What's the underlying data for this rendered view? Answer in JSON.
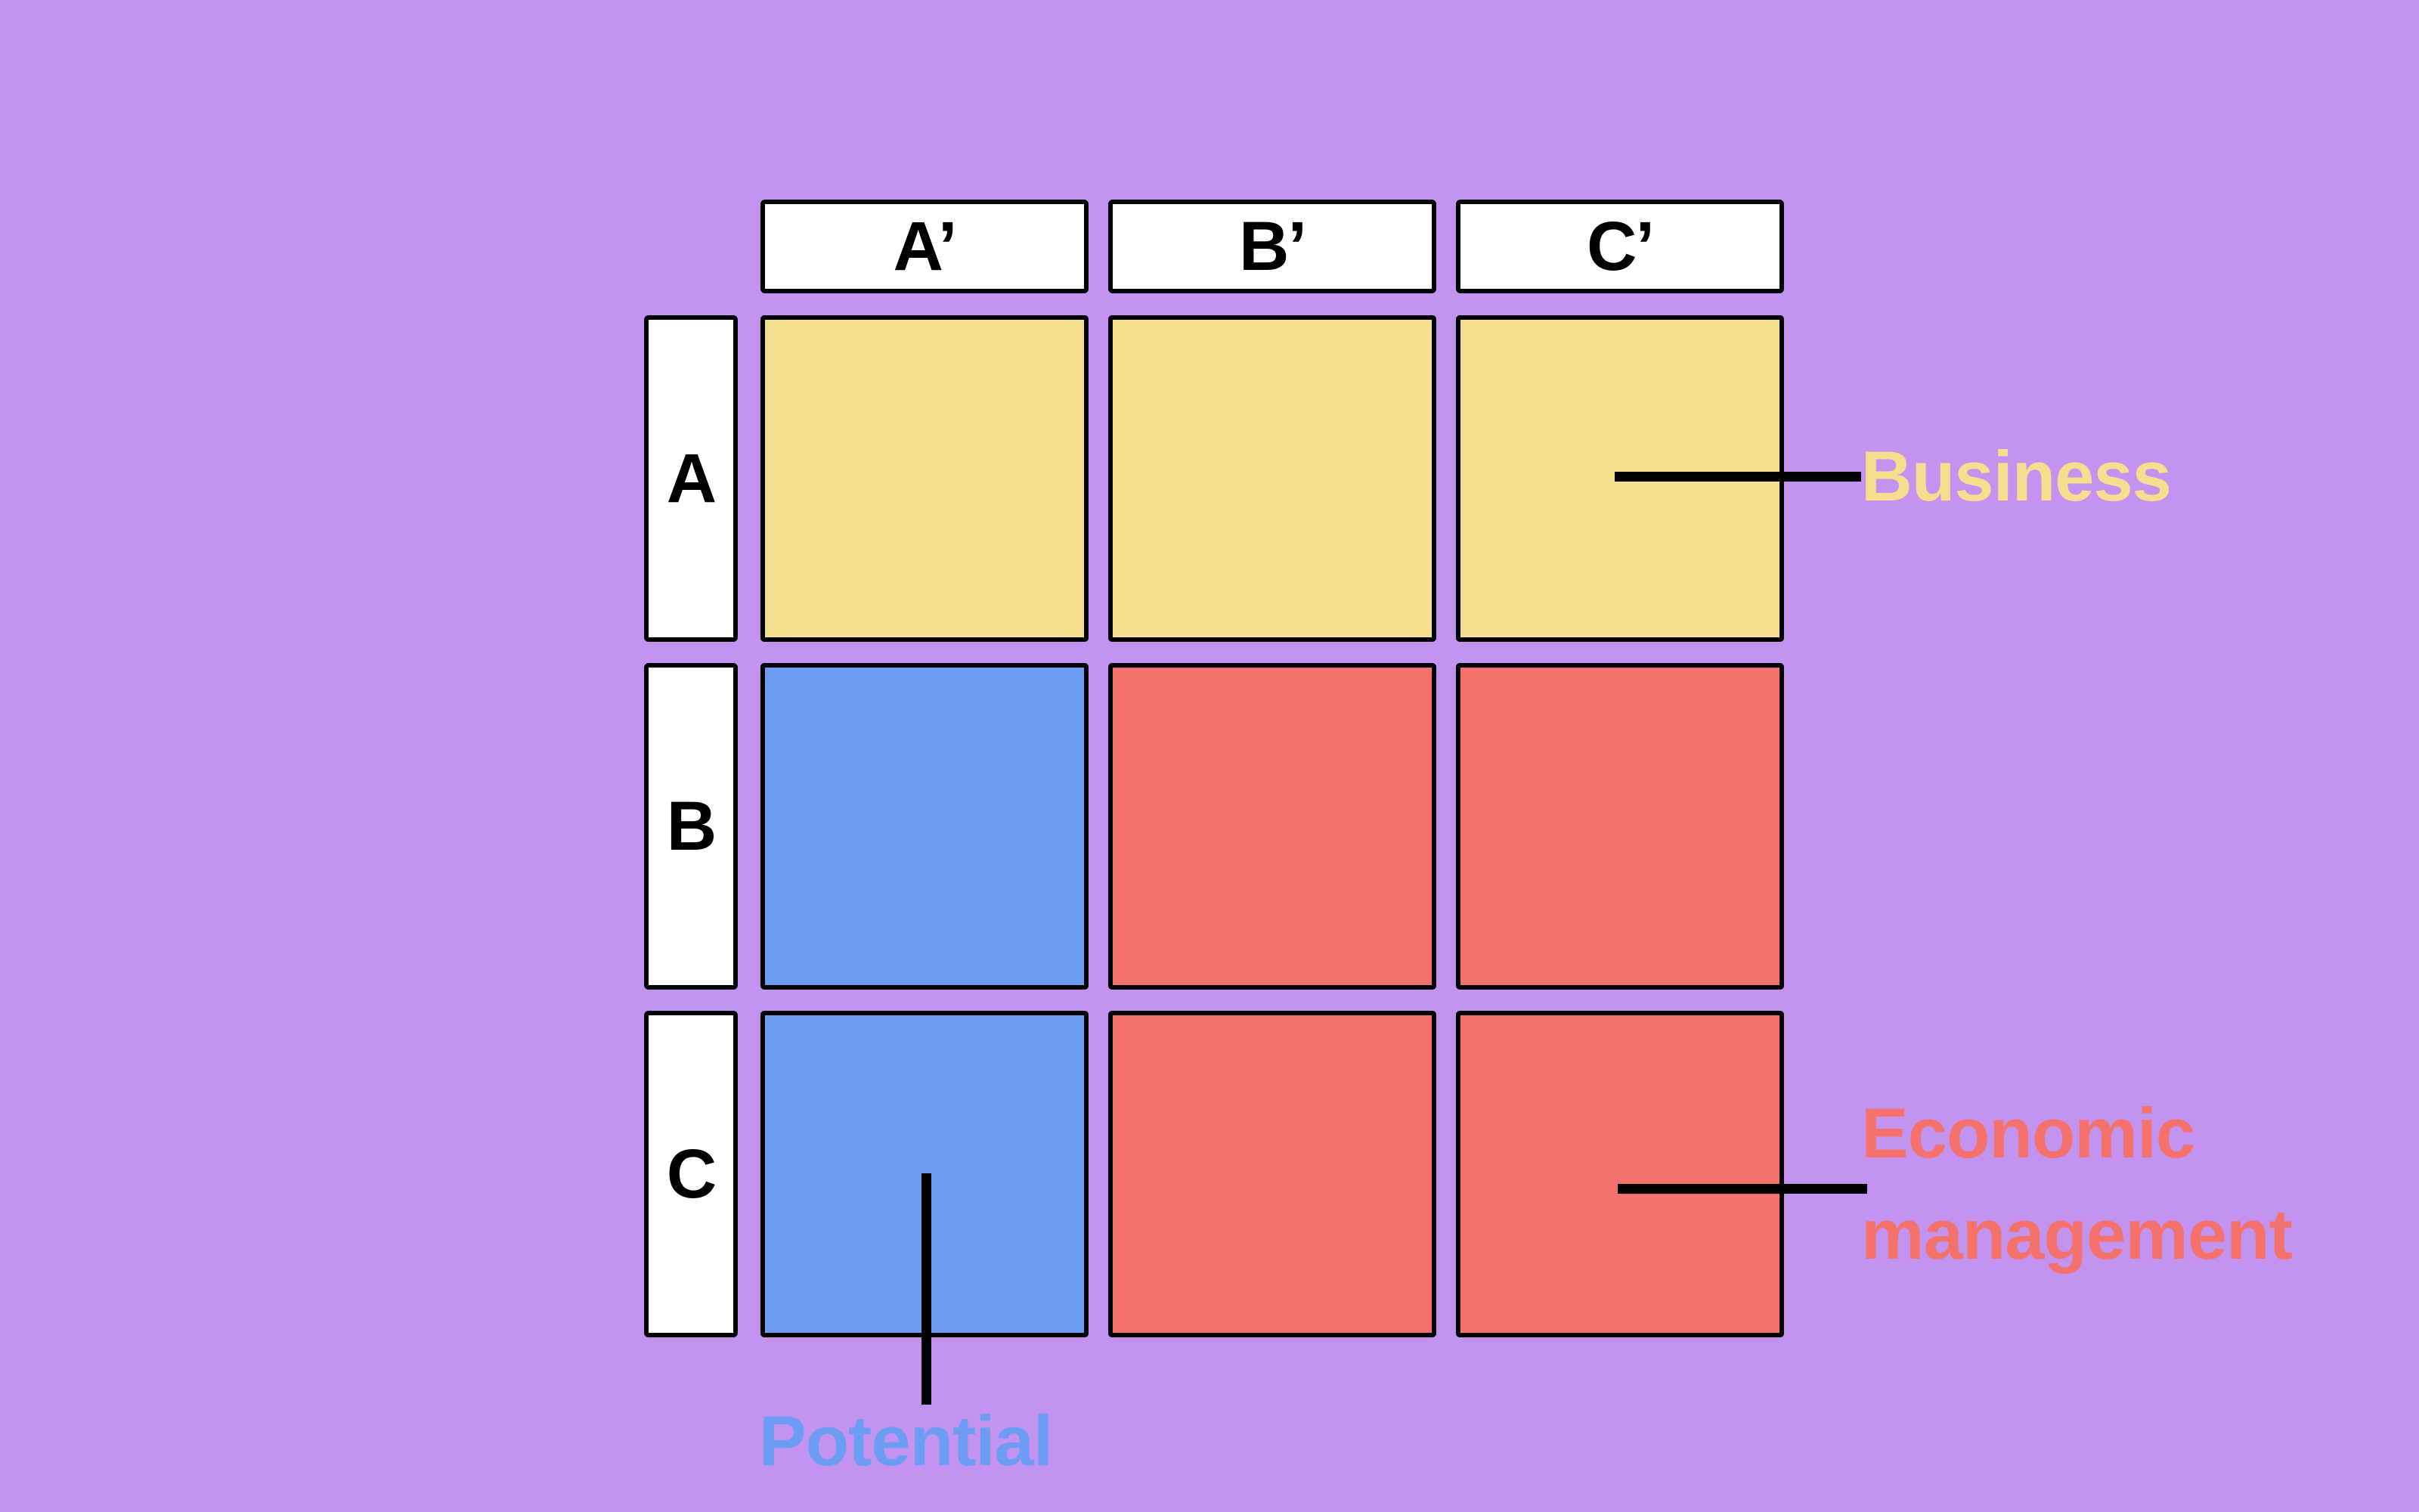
{
  "matrix": {
    "column_headers": [
      "A’",
      "B’",
      "C’"
    ],
    "row_headers": [
      "A",
      "B",
      "C"
    ],
    "cell_categories": [
      [
        "business",
        "business",
        "business"
      ],
      [
        "potential",
        "economic",
        "economic"
      ],
      [
        "potential",
        "economic",
        "economic"
      ]
    ]
  },
  "legend": {
    "business": "Business",
    "economic": "Economic management",
    "potential": "Potential"
  },
  "colors": {
    "background": "#c294f0",
    "business": "#f6de8f",
    "potential": "#6c9df3",
    "economic": "#f5716c",
    "header_box": "#ffffff",
    "outline": "#000000"
  }
}
